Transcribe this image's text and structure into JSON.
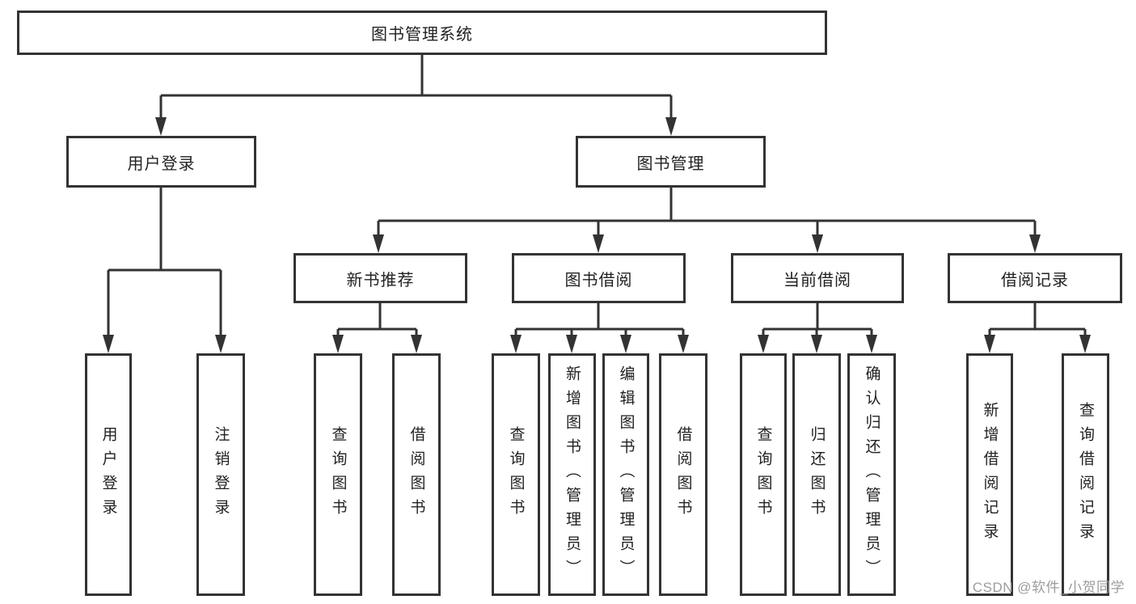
{
  "diagram": {
    "root": {
      "label": "图书管理系统"
    },
    "level2": [
      {
        "label": "用户登录",
        "children": [
          "用户登录",
          "注销登录"
        ]
      },
      {
        "label": "图书管理"
      }
    ],
    "level3": [
      {
        "label": "新书推荐",
        "children": [
          "查询图书",
          "借阅图书"
        ]
      },
      {
        "label": "图书借阅",
        "children": [
          "查询图书",
          "新增图书（管理员）",
          "编辑图书（管理员）",
          "借阅图书"
        ]
      },
      {
        "label": "当前借阅",
        "children": [
          "查询图书",
          "归还图书",
          "确认归还（管理员）"
        ]
      },
      {
        "label": "借阅记录",
        "children": [
          "新增借阅记录",
          "查询借阅记录"
        ]
      }
    ],
    "watermark": "CSDN @软件_小贺同学",
    "colors": {
      "line": "#333333",
      "text": "#222222",
      "watermark": "#9c9c9c",
      "background": "#ffffff"
    }
  }
}
